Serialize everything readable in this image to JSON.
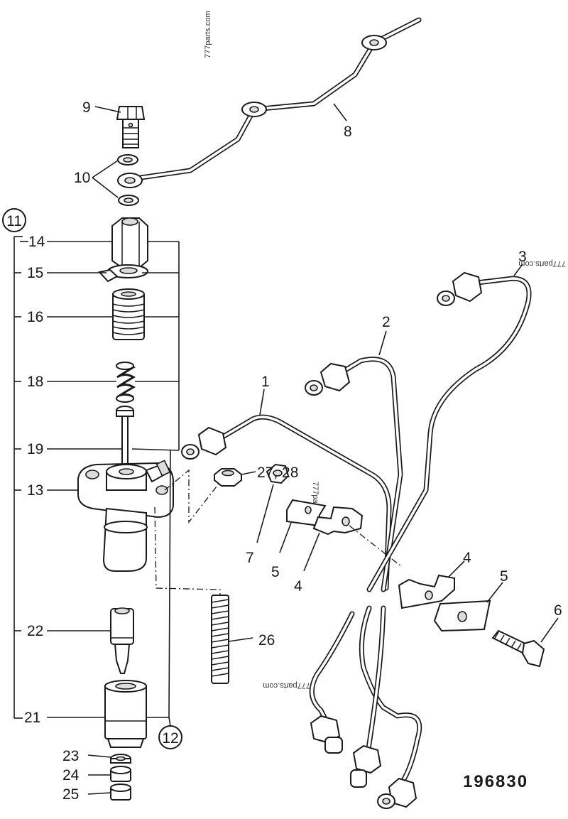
{
  "diagram_id": "196830",
  "watermark": "777parts.com",
  "callouts": {
    "c1": "1",
    "c2": "2",
    "c3": "3",
    "c4": "4",
    "c5": "5",
    "c6": "6",
    "c7": "7",
    "c8": "8",
    "c9": "9",
    "c10": "10",
    "c11": "11",
    "c12": "12",
    "c13": "13",
    "c14": "14",
    "c15": "15",
    "c16": "16",
    "c18": "18",
    "c19": "19",
    "c21": "21",
    "c22": "22",
    "c23": "23",
    "c24": "24",
    "c25": "25",
    "c26": "26",
    "c27_28": "27, 28"
  }
}
